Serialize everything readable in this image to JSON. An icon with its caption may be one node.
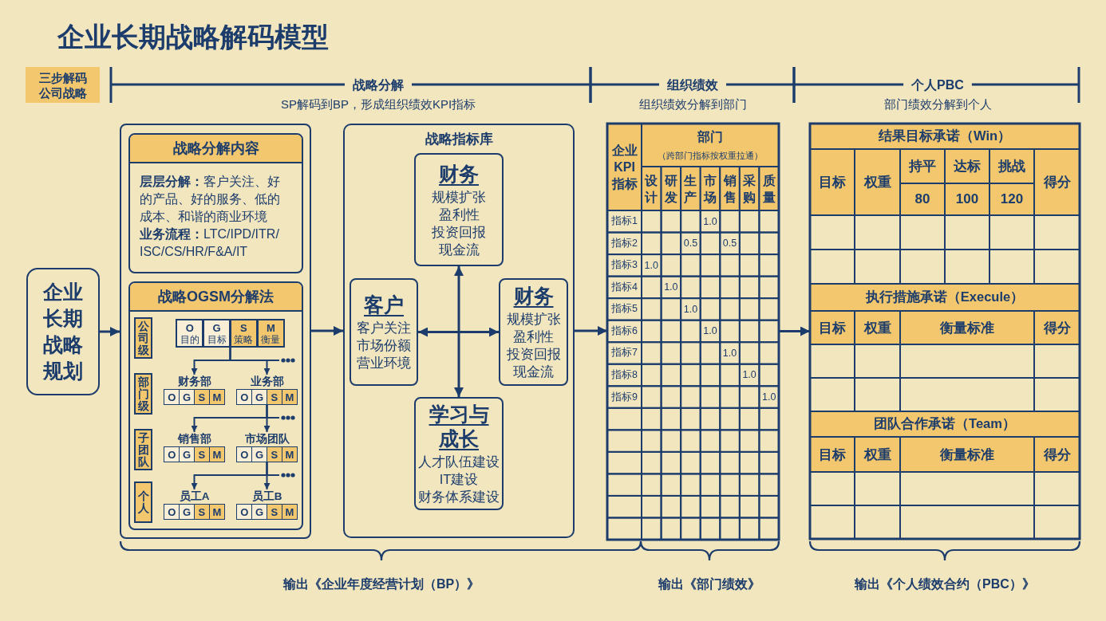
{
  "diagram": {
    "title": "企业长期战略解码模型",
    "nodes": [
      {
        "text": [
          "三步解码公司战略"
        ]
      },
      {
        "text": [
          "企业长期战略规划"
        ]
      },
      {
        "text": [],
        "shape": "box"
      },
      {
        "text": [
          "战略分解内容",
          "**层层分解：**客户关注、好的产品、好的服务、低的成本、和谐的商业环境",
          "**业务流程：**LTC/IPD/ITR/ISC/CS/HR/F&A/IT"
        ],
        "in": 2
      },
      {
        "text": [
          "战略OGSM分解法"
        ],
        "in": 2
      },
      {
        "text": [
          "公司级"
        ],
        "in": 4
      },
      {
        "text": [
          "O",
          "目的",
          "G",
          "目标",
          "S",
          "策略",
          "M",
          "衡量"
        ],
        "in": 4
      },
      {
        "text": [
          "部门级"
        ],
        "in": 4
      },
      {
        "text": [
          "财务部",
          "O",
          "G",
          "S",
          "M"
        ],
        "in": 4
      },
      {
        "text": [
          "业务部",
          "O",
          "G",
          "S",
          "M"
        ],
        "in": 4
      },
      {
        "text": [
          "子团队"
        ],
        "in": 4
      },
      {
        "text": [
          "销售部",
          "O",
          "G",
          "S",
          "M"
        ],
        "in": 4
      },
      {
        "text": [
          "市场团队",
          "O",
          "G",
          "S",
          "M"
        ],
        "in": 4
      },
      {
        "text": [
          "个人"
        ],
        "in": 4
      },
      {
        "text": [
          "员工A",
          "O",
          "G",
          "S",
          "M"
        ],
        "in": 4
      },
      {
        "text": [
          "员工B",
          "O",
          "G",
          "S",
          "M"
        ],
        "in": 4
      },
      {
        "text": [
          "战略指标库"
        ]
      },
      {
        "text": [
          "财务",
          "规模扩张",
          "盈利性",
          "投资回报",
          "现金流"
        ],
        "in": 16
      },
      {
        "text": [
          "客户",
          "客户关注",
          "市场份额",
          "营业环境"
        ],
        "in": 16
      },
      {
        "text": [
          "财务",
          "规模扩张",
          "盈利性",
          "投资回报",
          "现金流"
        ],
        "in": 16
      },
      {
        "text": [
          "学习与成长",
          "人才队伍建设",
          "IT建设",
          "财务体系建设"
        ],
        "in": 16
      },
      {
        "text": [
          "企业KPI指标",
          "部门",
          "（跨部门指标按权重拉通）",
          "设计",
          "研发",
          "生产",
          "市场",
          "销售",
          "采购",
          "质量",
          "指标1",
          "1.0",
          "指标2",
          "0.5",
          "0.5",
          "指标3",
          "1.0",
          "指标4",
          "1.0",
          "指标5",
          "1.0",
          "指标6",
          "1.0",
          "指标7",
          "1.0",
          "指标8",
          "1.0",
          "指标9",
          "1.0"
        ]
      },
      {
        "text": [
          "结果目标承诺（Win）",
          "目标",
          "权重",
          "持平",
          "达标",
          "挑战",
          "得分",
          "80",
          "100",
          "120",
          "执行措施承诺（Execule）",
          "目标",
          "权重",
          "衡量标准",
          "得分",
          "团队合作承诺（Team）",
          "目标",
          "权重",
          "衡量标准",
          "得分"
        ]
      }
    ],
    "edges": [
      {
        "from": 1,
        "to": 2,
        "arrow": "to"
      },
      {
        "from": 6,
        "to": 8,
        "arrow": "to"
      },
      {
        "from": 6,
        "to": 9,
        "arrow": "to"
      },
      {
        "from": 6,
        "to": null,
        "arrow": "other"
      },
      {
        "from": 9,
        "to": 11,
        "arrow": "to"
      },
      {
        "from": 9,
        "to": 12,
        "arrow": "to"
      },
      {
        "from": 9,
        "to": null,
        "arrow": "other"
      },
      {
        "from": 12,
        "to": 14,
        "arrow": "to"
      },
      {
        "from": 12,
        "to": 15,
        "arrow": "to"
      },
      {
        "from": 12,
        "to": null,
        "arrow": "other"
      },
      {
        "from": 17,
        "to": 20,
        "arrow": "both"
      },
      {
        "from": 18,
        "to": 19,
        "arrow": "both"
      },
      {
        "from": 2,
        "to": 16,
        "arrow": "to"
      },
      {
        "from": 16,
        "to": 21,
        "arrow": "to"
      },
      {
        "from": 21,
        "to": 22,
        "arrow": "to"
      }
    ],
    "labels": [
      "战略分解",
      "SP解码到BP，形成组织绩效KPI指标",
      "组织绩效",
      "组织绩效分解到部门",
      "个人PBC",
      "部门绩效分解到个人",
      "输出《企业年度经营计划（BP）》",
      "输出《部门绩效》",
      "输出《个人绩效合约（PBC）》"
    ]
  }
}
